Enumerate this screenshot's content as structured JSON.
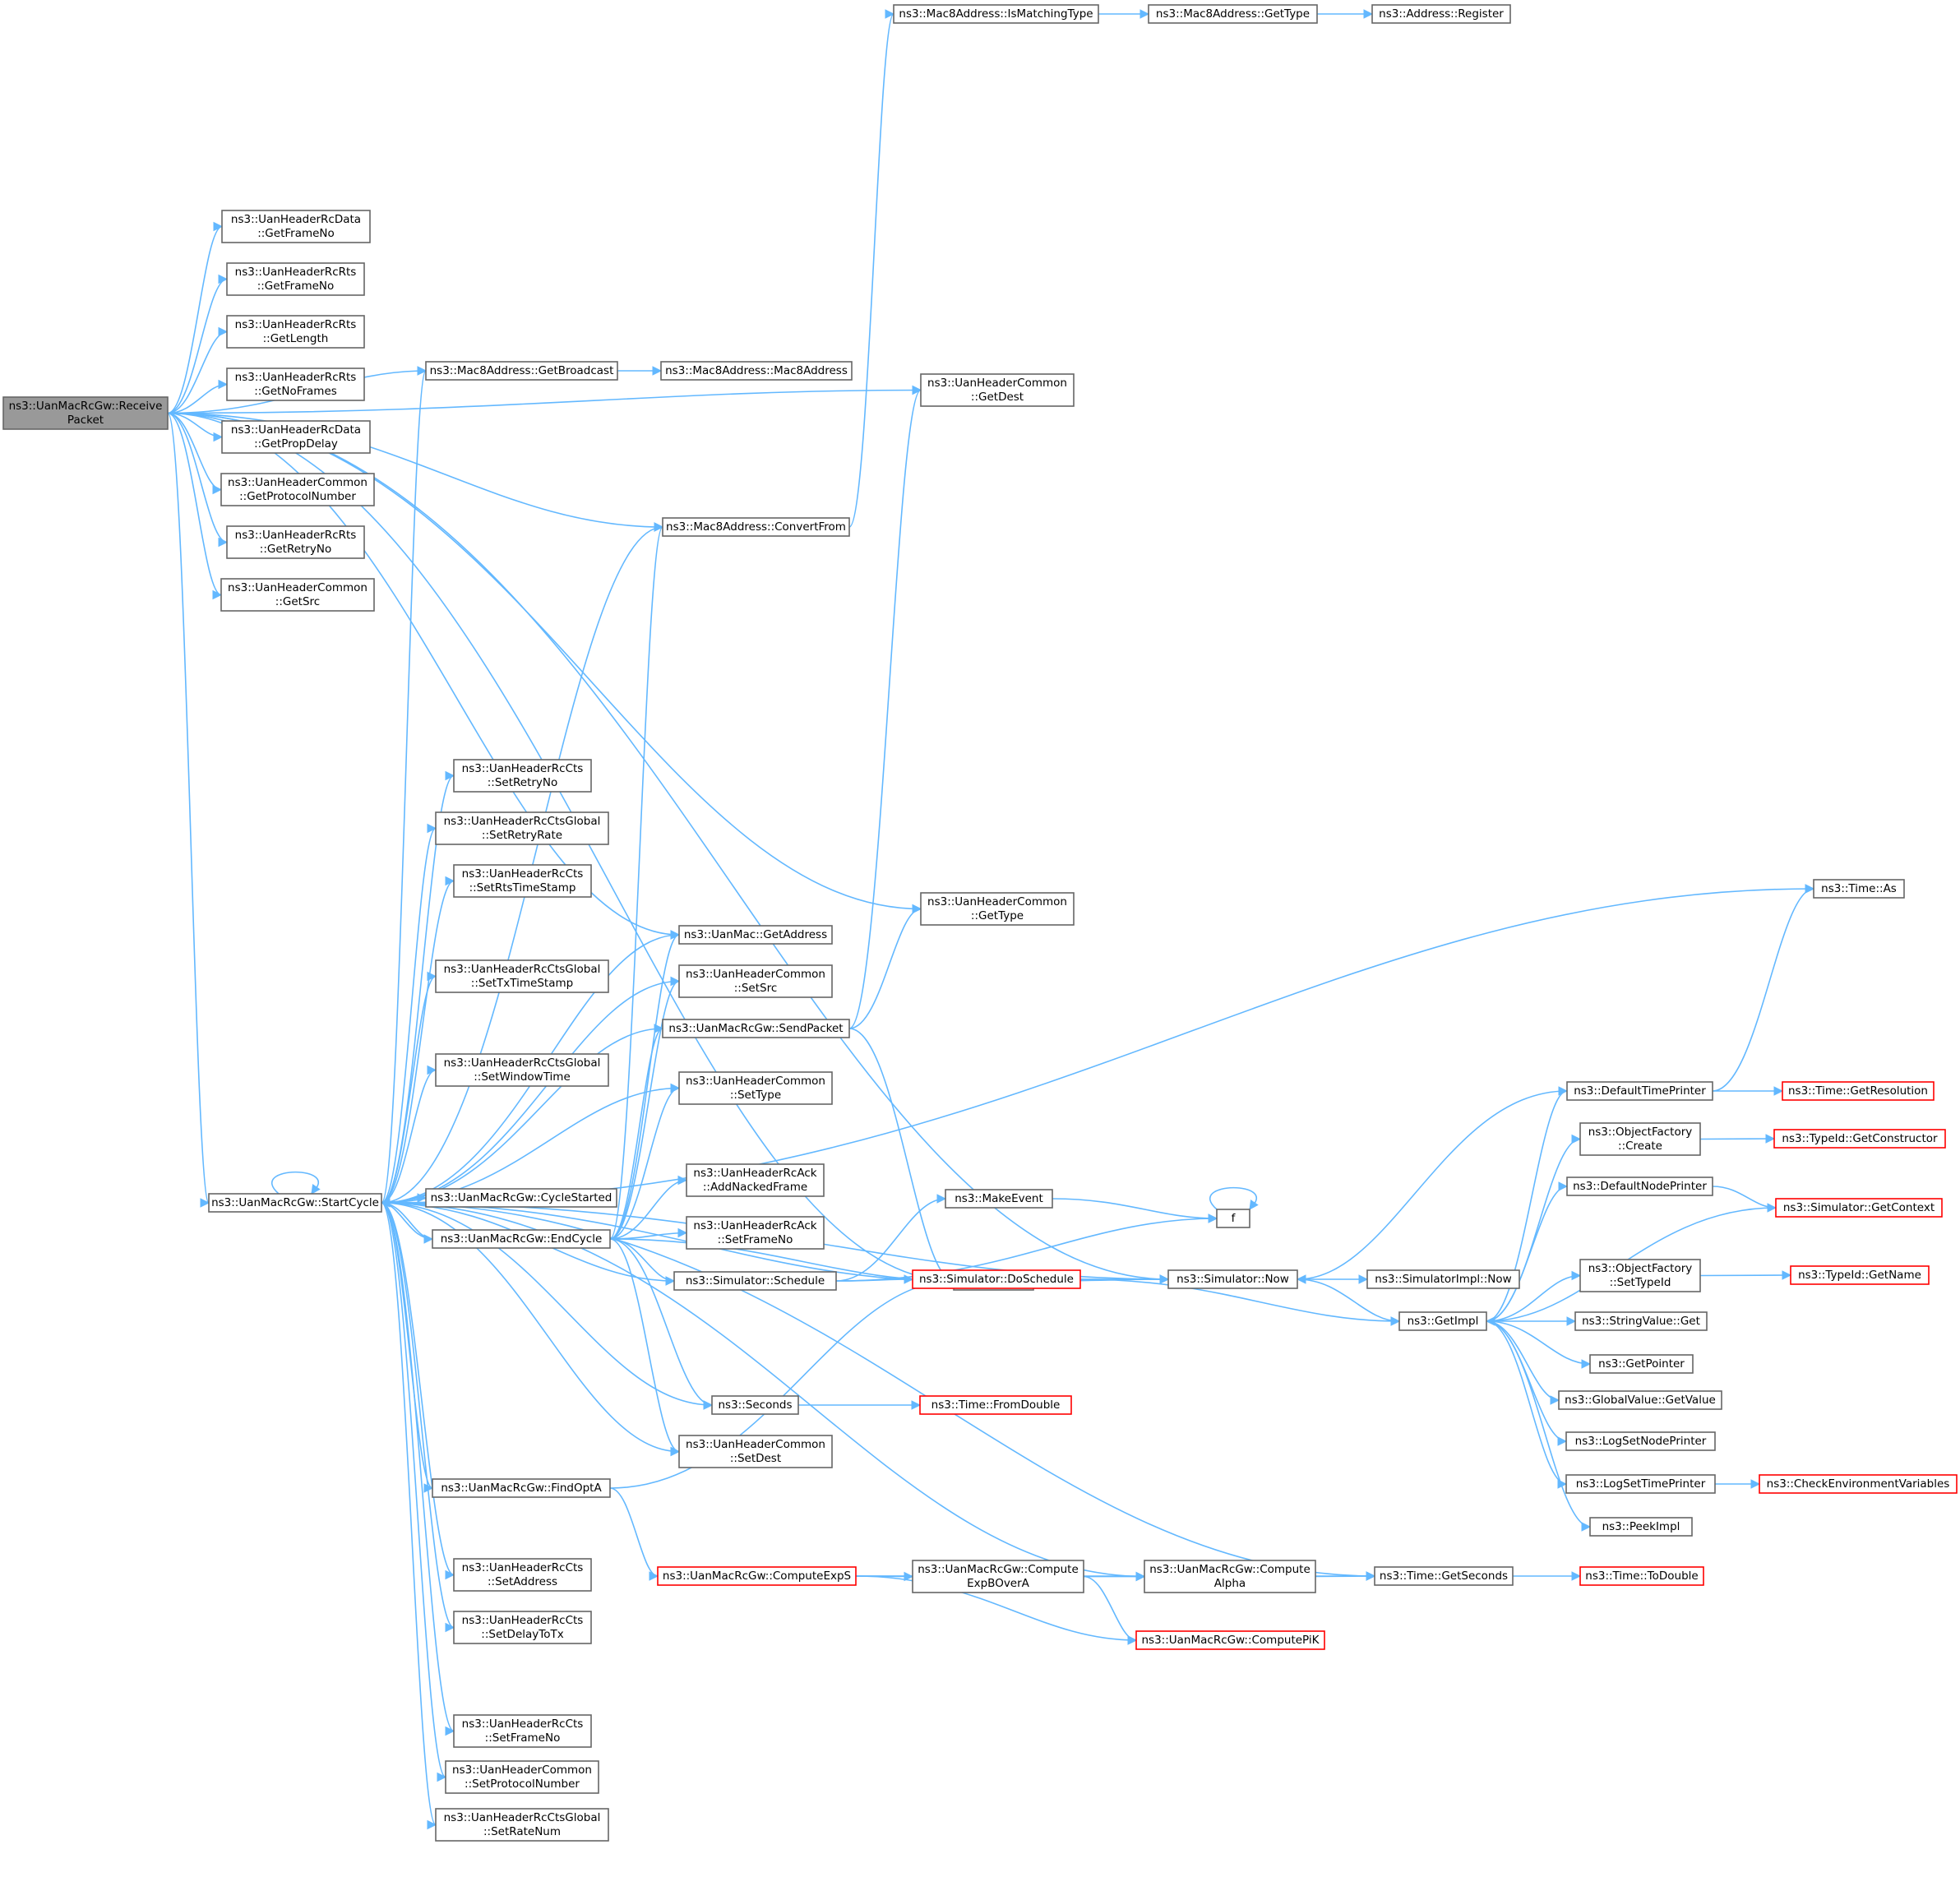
{
  "colors": {
    "edge": "#63b8ff",
    "node_border": "#666666",
    "truncated_border": "#ff0000",
    "root_fill": "#999999",
    "node_fill": "#ffffff"
  },
  "nodes": [
    {
      "id": "root",
      "lines": [
        "ns3::UanMacRcGw::Receive",
        "Packet"
      ],
      "root": true
    },
    {
      "id": "rcdata_getframeno",
      "lines": [
        "ns3::UanHeaderRcData",
        "::GetFrameNo"
      ]
    },
    {
      "id": "rcrts_getframeno",
      "lines": [
        "ns3::UanHeaderRcRts",
        "::GetFrameNo"
      ]
    },
    {
      "id": "rcrts_getlength",
      "lines": [
        "ns3::UanHeaderRcRts",
        "::GetLength"
      ]
    },
    {
      "id": "rcrts_getnoframes",
      "lines": [
        "ns3::UanHeaderRcRts",
        "::GetNoFrames"
      ]
    },
    {
      "id": "rcdata_getpropdelay",
      "lines": [
        "ns3::UanHeaderRcData",
        "::GetPropDelay"
      ]
    },
    {
      "id": "common_getprotocolnumber",
      "lines": [
        "ns3::UanHeaderCommon",
        "::GetProtocolNumber"
      ]
    },
    {
      "id": "rcrts_getretryno",
      "lines": [
        "ns3::UanHeaderRcRts",
        "::GetRetryNo"
      ]
    },
    {
      "id": "common_getsrc",
      "lines": [
        "ns3::UanHeaderCommon",
        "::GetSrc"
      ]
    },
    {
      "id": "startcycle",
      "lines": [
        "ns3::UanMacRcGw::StartCycle"
      ]
    },
    {
      "id": "mac8_getbroadcast",
      "lines": [
        "ns3::Mac8Address::GetBroadcast"
      ]
    },
    {
      "id": "mac8_ctor",
      "lines": [
        "ns3::Mac8Address::Mac8Address"
      ]
    },
    {
      "id": "mac8_ismatchingtype",
      "lines": [
        "ns3::Mac8Address::IsMatchingType"
      ]
    },
    {
      "id": "mac8_gettype",
      "lines": [
        "ns3::Mac8Address::GetType"
      ]
    },
    {
      "id": "address_register",
      "lines": [
        "ns3::Address::Register"
      ]
    },
    {
      "id": "common_getdest",
      "lines": [
        "ns3::UanHeaderCommon",
        "::GetDest"
      ]
    },
    {
      "id": "mac8_convertfrom",
      "lines": [
        "ns3::Mac8Address::ConvertFrom"
      ]
    },
    {
      "id": "rccts_setretryno",
      "lines": [
        "ns3::UanHeaderRcCts",
        "::SetRetryNo"
      ]
    },
    {
      "id": "rcctsglobal_setretryrate",
      "lines": [
        "ns3::UanHeaderRcCtsGlobal",
        "::SetRetryRate"
      ]
    },
    {
      "id": "rccts_setrtstimestamp",
      "lines": [
        "ns3::UanHeaderRcCts",
        "::SetRtsTimeStamp"
      ]
    },
    {
      "id": "common_gettype",
      "lines": [
        "ns3::UanHeaderCommon",
        "::GetType"
      ]
    },
    {
      "id": "uanmac_getaddress",
      "lines": [
        "ns3::UanMac::GetAddress"
      ]
    },
    {
      "id": "rcctsglobal_settxtimestamp",
      "lines": [
        "ns3::UanHeaderRcCtsGlobal",
        "::SetTxTimeStamp"
      ]
    },
    {
      "id": "common_setsrc",
      "lines": [
        "ns3::UanHeaderCommon",
        "::SetSrc"
      ]
    },
    {
      "id": "sendpacket",
      "lines": [
        "ns3::UanMacRcGw::SendPacket"
      ]
    },
    {
      "id": "rcctsglobal_setwindowtime",
      "lines": [
        "ns3::UanHeaderRcCtsGlobal",
        "::SetWindowTime"
      ]
    },
    {
      "id": "common_settype",
      "lines": [
        "ns3::UanHeaderCommon",
        "::SetType"
      ]
    },
    {
      "id": "cyclestarted",
      "lines": [
        "ns3::UanMacRcGw::CycleStarted"
      ]
    },
    {
      "id": "rcack_addnackedframe",
      "lines": [
        "ns3::UanHeaderRcAck",
        "::AddNackedFrame"
      ]
    },
    {
      "id": "endcycle",
      "lines": [
        "ns3::UanMacRcGw::EndCycle"
      ]
    },
    {
      "id": "rcack_setframeno",
      "lines": [
        "ns3::UanHeaderRcAck",
        "::SetFrameNo"
      ]
    },
    {
      "id": "makeevent",
      "lines": [
        "ns3::MakeEvent"
      ]
    },
    {
      "id": "f",
      "lines": [
        "f"
      ]
    },
    {
      "id": "schedule",
      "lines": [
        "ns3::Simulator::Schedule"
      ]
    },
    {
      "id": "now",
      "lines": [
        "ns3::Now"
      ]
    },
    {
      "id": "simulator_now",
      "lines": [
        "ns3::Simulator::Now"
      ]
    },
    {
      "id": "simulatorimpl_now",
      "lines": [
        "ns3::SimulatorImpl::Now"
      ]
    },
    {
      "id": "doschedule",
      "lines": [
        "ns3::Simulator::DoSchedule"
      ],
      "trunc": true
    },
    {
      "id": "getimpl",
      "lines": [
        "ns3::GetImpl"
      ]
    },
    {
      "id": "seconds",
      "lines": [
        "ns3::Seconds"
      ]
    },
    {
      "id": "fromdouble",
      "lines": [
        "ns3::Time::FromDouble"
      ],
      "trunc": true
    },
    {
      "id": "common_setdest",
      "lines": [
        "ns3::UanHeaderCommon",
        "::SetDest"
      ]
    },
    {
      "id": "findopta",
      "lines": [
        "ns3::UanMacRcGw::FindOptA"
      ]
    },
    {
      "id": "computeexps",
      "lines": [
        "ns3::UanMacRcGw::ComputeExpS"
      ],
      "trunc": true
    },
    {
      "id": "computeexpboverA",
      "lines": [
        "ns3::UanMacRcGw::Compute",
        "ExpBOverA"
      ]
    },
    {
      "id": "computealpha",
      "lines": [
        "ns3::UanMacRcGw::Compute",
        "Alpha"
      ]
    },
    {
      "id": "computepik",
      "lines": [
        "ns3::UanMacRcGw::ComputePiK"
      ],
      "trunc": true
    },
    {
      "id": "time_getseconds",
      "lines": [
        "ns3::Time::GetSeconds"
      ]
    },
    {
      "id": "time_todouble",
      "lines": [
        "ns3::Time::ToDouble"
      ],
      "trunc": true
    },
    {
      "id": "rccts_setaddress",
      "lines": [
        "ns3::UanHeaderRcCts",
        "::SetAddress"
      ]
    },
    {
      "id": "rccts_setdelaytotx",
      "lines": [
        "ns3::UanHeaderRcCts",
        "::SetDelayToTx"
      ]
    },
    {
      "id": "rccts_setframeno",
      "lines": [
        "ns3::UanHeaderRcCts",
        "::SetFrameNo"
      ]
    },
    {
      "id": "common_setprotocolnumber",
      "lines": [
        "ns3::UanHeaderCommon",
        "::SetProtocolNumber"
      ]
    },
    {
      "id": "rcctsglobal_setratenum",
      "lines": [
        "ns3::UanHeaderRcCtsGlobal",
        "::SetRateNum"
      ]
    },
    {
      "id": "time_as",
      "lines": [
        "ns3::Time::As"
      ]
    },
    {
      "id": "defaulttimeprinter",
      "lines": [
        "ns3::DefaultTimePrinter"
      ]
    },
    {
      "id": "time_getresolution",
      "lines": [
        "ns3::Time::GetResolution"
      ],
      "trunc": true
    },
    {
      "id": "objectfactory_create",
      "lines": [
        "ns3::ObjectFactory",
        "::Create"
      ]
    },
    {
      "id": "typeid_getconstructor",
      "lines": [
        "ns3::TypeId::GetConstructor"
      ],
      "trunc": true
    },
    {
      "id": "defaultnodeprinter",
      "lines": [
        "ns3::DefaultNodePrinter"
      ]
    },
    {
      "id": "simulator_getcontext",
      "lines": [
        "ns3::Simulator::GetContext"
      ],
      "trunc": true
    },
    {
      "id": "objectfactory_settypeid",
      "lines": [
        "ns3::ObjectFactory",
        "::SetTypeId"
      ]
    },
    {
      "id": "typeid_getname",
      "lines": [
        "ns3::TypeId::GetName"
      ],
      "trunc": true
    },
    {
      "id": "stringvalue_get",
      "lines": [
        "ns3::StringValue::Get"
      ]
    },
    {
      "id": "getpointer",
      "lines": [
        "ns3::GetPointer"
      ]
    },
    {
      "id": "globalvalue_getvalue",
      "lines": [
        "ns3::GlobalValue::GetValue"
      ]
    },
    {
      "id": "logsetnodeprinter",
      "lines": [
        "ns3::LogSetNodePrinter"
      ]
    },
    {
      "id": "logsettimeprinter",
      "lines": [
        "ns3::LogSetTimePrinter"
      ]
    },
    {
      "id": "checkenv",
      "lines": [
        "ns3::CheckEnvironmentVariables"
      ],
      "trunc": true
    },
    {
      "id": "peekimpl",
      "lines": [
        "ns3::PeekImpl"
      ]
    }
  ],
  "edges": [
    [
      "root",
      "rcdata_getframeno"
    ],
    [
      "root",
      "rcrts_getframeno"
    ],
    [
      "root",
      "rcrts_getlength"
    ],
    [
      "root",
      "rcrts_getnoframes"
    ],
    [
      "root",
      "rcdata_getpropdelay"
    ],
    [
      "root",
      "common_getprotocolnumber"
    ],
    [
      "root",
      "rcrts_getretryno"
    ],
    [
      "root",
      "common_getsrc"
    ],
    [
      "root",
      "mac8_getbroadcast"
    ],
    [
      "root",
      "common_getdest"
    ],
    [
      "root",
      "mac8_convertfrom"
    ],
    [
      "root",
      "simulator_now"
    ],
    [
      "root",
      "uanmac_getaddress"
    ],
    [
      "root",
      "common_gettype"
    ],
    [
      "root",
      "startcycle"
    ],
    [
      "root",
      "now"
    ],
    [
      "mac8_getbroadcast",
      "mac8_ctor"
    ],
    [
      "mac8_ismatchingtype",
      "mac8_gettype"
    ],
    [
      "mac8_gettype",
      "address_register"
    ],
    [
      "mac8_convertfrom",
      "mac8_ismatchingtype"
    ],
    [
      "startcycle",
      "mac8_getbroadcast"
    ],
    [
      "startcycle",
      "mac8_convertfrom"
    ],
    [
      "startcycle",
      "rccts_setretryno"
    ],
    [
      "startcycle",
      "rcctsglobal_setretryrate"
    ],
    [
      "startcycle",
      "rccts_setrtstimestamp"
    ],
    [
      "startcycle",
      "uanmac_getaddress"
    ],
    [
      "startcycle",
      "rcctsglobal_settxtimestamp"
    ],
    [
      "startcycle",
      "common_setsrc"
    ],
    [
      "startcycle",
      "sendpacket"
    ],
    [
      "startcycle",
      "rcctsglobal_setwindowtime"
    ],
    [
      "startcycle",
      "common_settype"
    ],
    [
      "startcycle",
      "cyclestarted"
    ],
    [
      "startcycle",
      "endcycle"
    ],
    [
      "startcycle",
      "schedule"
    ],
    [
      "startcycle",
      "now"
    ],
    [
      "startcycle",
      "simulator_now"
    ],
    [
      "startcycle",
      "seconds"
    ],
    [
      "startcycle",
      "common_setdest"
    ],
    [
      "startcycle",
      "findopta"
    ],
    [
      "startcycle",
      "rccts_setaddress"
    ],
    [
      "startcycle",
      "rccts_setdelaytotx"
    ],
    [
      "startcycle",
      "computealpha"
    ],
    [
      "startcycle",
      "time_getseconds"
    ],
    [
      "startcycle",
      "rccts_setframeno"
    ],
    [
      "startcycle",
      "common_setprotocolnumber"
    ],
    [
      "startcycle",
      "rcctsglobal_setratenum"
    ],
    [
      "startcycle",
      "time_as"
    ],
    [
      "startcycle",
      "startcycle"
    ],
    [
      "endcycle",
      "startcycle"
    ],
    [
      "endcycle",
      "mac8_convertfrom"
    ],
    [
      "endcycle",
      "uanmac_getaddress"
    ],
    [
      "endcycle",
      "common_setsrc"
    ],
    [
      "endcycle",
      "sendpacket"
    ],
    [
      "endcycle",
      "common_settype"
    ],
    [
      "endcycle",
      "rcack_addnackedframe"
    ],
    [
      "endcycle",
      "rcack_setframeno"
    ],
    [
      "endcycle",
      "schedule"
    ],
    [
      "endcycle",
      "now"
    ],
    [
      "endcycle",
      "seconds"
    ],
    [
      "endcycle",
      "common_setdest"
    ],
    [
      "sendpacket",
      "common_getdest"
    ],
    [
      "sendpacket",
      "common_gettype"
    ],
    [
      "sendpacket",
      "now"
    ],
    [
      "schedule",
      "makeevent"
    ],
    [
      "schedule",
      "f"
    ],
    [
      "schedule",
      "doschedule"
    ],
    [
      "makeevent",
      "f"
    ],
    [
      "f",
      "f"
    ],
    [
      "now",
      "simulator_now"
    ],
    [
      "simulator_now",
      "simulatorimpl_now"
    ],
    [
      "simulator_now",
      "getimpl"
    ],
    [
      "doschedule",
      "simulator_now"
    ],
    [
      "doschedule",
      "getimpl"
    ],
    [
      "seconds",
      "fromdouble"
    ],
    [
      "findopta",
      "now"
    ],
    [
      "findopta",
      "computeexps"
    ],
    [
      "computeexps",
      "computeexpboverA"
    ],
    [
      "computeexps",
      "computealpha"
    ],
    [
      "computeexps",
      "computepik"
    ],
    [
      "computeexps",
      "time_getseconds"
    ],
    [
      "computeexpboverA",
      "computealpha"
    ],
    [
      "computeexpboverA",
      "computepik"
    ],
    [
      "computealpha",
      "time_getseconds"
    ],
    [
      "time_getseconds",
      "time_todouble"
    ],
    [
      "defaulttimeprinter",
      "time_as"
    ],
    [
      "defaulttimeprinter",
      "time_getresolution"
    ],
    [
      "defaulttimeprinter",
      "simulator_now"
    ],
    [
      "objectfactory_create",
      "typeid_getconstructor"
    ],
    [
      "defaultnodeprinter",
      "simulator_getcontext"
    ],
    [
      "simulator_getcontext",
      "getimpl"
    ],
    [
      "objectfactory_settypeid",
      "typeid_getname"
    ],
    [
      "getimpl",
      "defaulttimeprinter"
    ],
    [
      "getimpl",
      "objectfactory_create"
    ],
    [
      "getimpl",
      "defaultnodeprinter"
    ],
    [
      "getimpl",
      "objectfactory_settypeid"
    ],
    [
      "getimpl",
      "stringvalue_get"
    ],
    [
      "getimpl",
      "getpointer"
    ],
    [
      "getimpl",
      "globalvalue_getvalue"
    ],
    [
      "getimpl",
      "logsetnodeprinter"
    ],
    [
      "getimpl",
      "logsettimeprinter"
    ],
    [
      "getimpl",
      "peekimpl"
    ],
    [
      "logsettimeprinter",
      "checkenv"
    ]
  ]
}
